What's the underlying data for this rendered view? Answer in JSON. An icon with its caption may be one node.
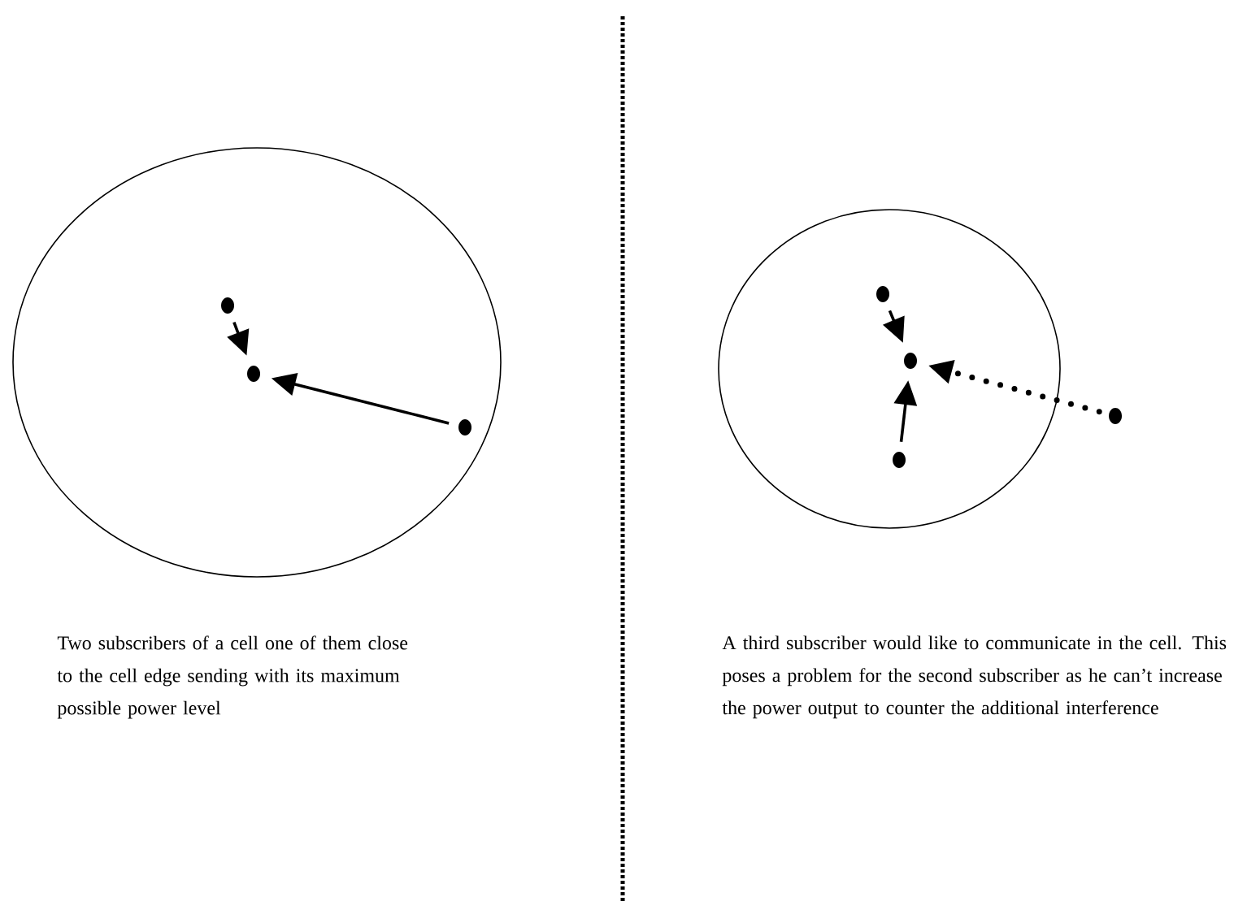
{
  "diagram": {
    "nodes": [
      {
        "text": [],
        "shape": "circle"
      },
      {
        "text": [],
        "shape": "circle",
        "in": 0
      },
      {
        "text": [],
        "shape": "circle",
        "in": 0
      },
      {
        "text": [],
        "shape": "circle",
        "in": 0
      },
      {
        "text": [],
        "shape": "circle"
      },
      {
        "text": [],
        "shape": "circle",
        "in": 4
      },
      {
        "text": [],
        "shape": "circle",
        "in": 4
      },
      {
        "text": [],
        "shape": "circle",
        "in": 4
      },
      {
        "text": [],
        "shape": "circle"
      }
    ],
    "edges": [
      {
        "from": 1,
        "to": 2,
        "arrow": "to"
      },
      {
        "from": 3,
        "to": 2,
        "arrow": "to"
      },
      {
        "from": 5,
        "to": 6,
        "arrow": "to"
      },
      {
        "from": 7,
        "to": 6,
        "arrow": "to"
      },
      {
        "from": 8,
        "to": 6,
        "arrow": "to",
        "style": "dashed"
      }
    ],
    "labels": [
      "Two subscribers of a cell one of them close to the cell edge sending with its maximum possible power level",
      "A third subscriber would like to communicate in the cell. This poses a problem for the second subscriber as he can’t increase the power output to counter the additional interference"
    ]
  }
}
